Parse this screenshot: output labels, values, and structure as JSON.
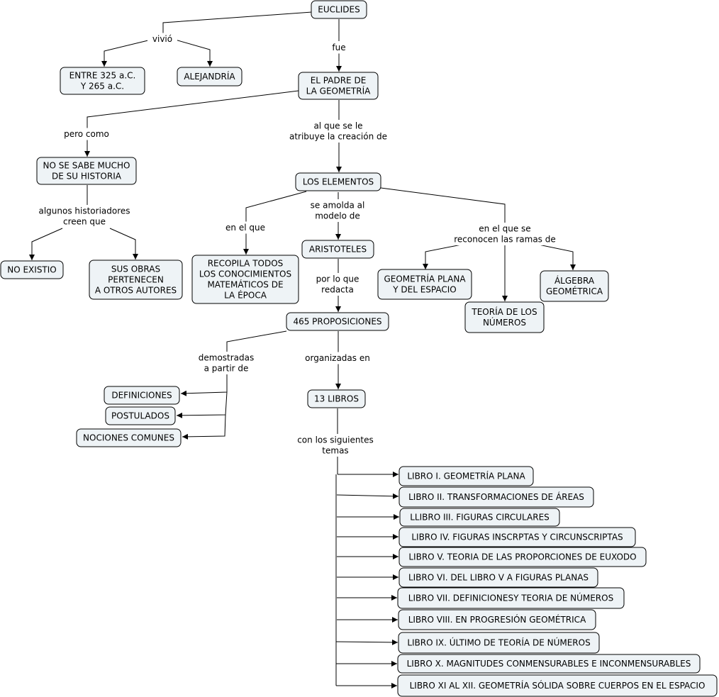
{
  "map": {
    "nodes": {
      "euclides": [
        "EUCLIDES"
      ],
      "fecha": [
        "ENTRE 325 a.C.",
        "Y 265 a.C."
      ],
      "alejandria": [
        "ALEJANDRÍA"
      ],
      "padre": [
        "EL PADRE DE",
        "LA GEOMETRÍA"
      ],
      "no_se_sabe": [
        "NO SE SABE MUCHO",
        "DE SU HISTORIA"
      ],
      "elementos": [
        "LOS ELEMENTOS"
      ],
      "no_existio": [
        "NO EXISTIO"
      ],
      "sus_obras": [
        "SUS OBRAS",
        "PERTENECEN",
        "A OTROS AUTORES"
      ],
      "recopila": [
        "RECOPILA TODOS",
        "LOS CONOCIMIENTOS",
        "MATEMÁTICOS DE",
        "LA ÉPOCA"
      ],
      "aristoteles": [
        "ARISTOTELES"
      ],
      "geometria_plana": [
        "GEOMETRÍA PLANA",
        "Y DEL ESPACIO"
      ],
      "algebra": [
        "ÁLGEBRA",
        "GEOMÉTRICA"
      ],
      "teoria_numeros": [
        "TEORÍA DE LOS",
        "NÚMEROS"
      ],
      "proposiciones": [
        "465 PROPOSICIONES"
      ],
      "definiciones": [
        "DEFINICIONES"
      ],
      "postulados": [
        "POSTULADOS"
      ],
      "nociones": [
        "NOCIONES COMUNES"
      ],
      "trece_libros": [
        "13 LIBROS"
      ],
      "libro1": [
        "LIBRO I. GEOMETRÍA PLANA"
      ],
      "libro2": [
        "LIBRO II. TRANSFORMACIONES DE ÁREAS"
      ],
      "libro3": [
        "LLIBRO III. FIGURAS CIRCULARES"
      ],
      "libro4": [
        "LIBRO IV. FIGURAS INSCRPTAS Y CIRCUNSCRIPTAS"
      ],
      "libro5": [
        "LIBRO V. TEORIA DE LAS PROPORCIONES DE EUXODO"
      ],
      "libro6": [
        "LIBRO VI. DEL LIBRO V A FIGURAS PLANAS"
      ],
      "libro7": [
        "LIBRO VII. DEFINICIONESY TEORIA DE NÚMEROS"
      ],
      "libro8": [
        "LIBRO VIII. EN PROGRESIÓN GEOMÉTRICA"
      ],
      "libro9": [
        "LIBRO IX. ÚLTIMO DE TEORÍA DE NÚMEROS"
      ],
      "libro10": [
        "LIBRO X. MAGNITUDES CONMENSURABLES E INCONMENSURABLES"
      ],
      "libro11": [
        "LIBRO XI AL XII. GEOMETRÍA SÓLIDA SOBRE CUERPOS EN EL ESPACIO"
      ]
    },
    "labels": {
      "vivio": [
        "vivió"
      ],
      "fue": [
        "fue"
      ],
      "pero_como": [
        "pero como"
      ],
      "atribuye": [
        "al que se le",
        "atribuye la creación de"
      ],
      "historiadores": [
        "algunos historiadores",
        "creen que"
      ],
      "en_el_que": [
        "en el que"
      ],
      "amolda": [
        "se amolda al",
        "modelo de"
      ],
      "ramas": [
        "en el que se",
        "reconocen las ramas de"
      ],
      "redacta": [
        "por lo que",
        "redacta"
      ],
      "demostradas": [
        "demostradas",
        "a partir de"
      ],
      "organizadas": [
        "organizadas en"
      ],
      "siguientes": [
        "con los siguientes",
        "temas"
      ]
    }
  }
}
